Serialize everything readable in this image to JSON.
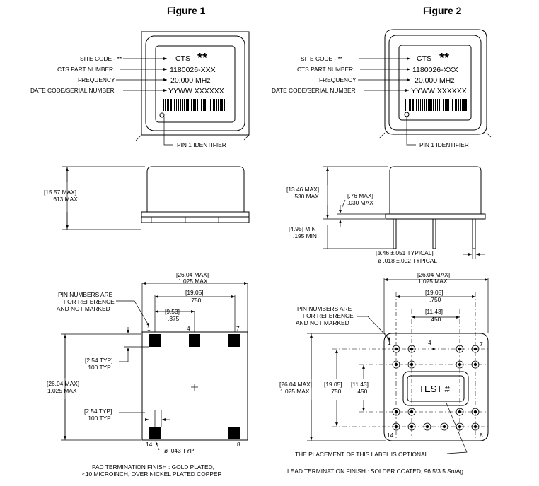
{
  "fig1": {
    "title": "Figure 1",
    "callouts": {
      "site_code": "SITE CODE - **",
      "part_number": "CTS PART NUMBER",
      "frequency": "FREQUENCY",
      "date_code": "DATE CODE/SERIAL NUMBER",
      "pin1": "PIN 1 IDENTIFIER"
    },
    "label": {
      "brand": "CTS",
      "stars": "**",
      "part": "1180026-XXX",
      "freq": "20.000 MHz",
      "date": "YYWW XXXXXX"
    },
    "side": {
      "height_mm": "[15.57 MAX]",
      "height_in": ".613 MAX"
    },
    "bottom": {
      "width_mm": "[26.04 MAX]",
      "width_in": "1.025 MAX",
      "span_mm": "[19.05]",
      "span_in": ".750",
      "half_mm": "[9.53]",
      "half_in": ".375",
      "pin_note_1": "PIN NUMBERS ARE",
      "pin_note_2": "FOR REFERENCE",
      "pin_note_3": "AND NOT MARKED",
      "height_mm": "[26.04 MAX]",
      "height_in": "1.025 MAX",
      "typ1_mm": "[2.54 TYP]",
      "typ1_in": ".100 TYP",
      "typ2_mm": "[2.54 TYP]",
      "typ2_in": ".100 TYP",
      "pad_dia": "ø .043 TYP",
      "pins": [
        "1",
        "4",
        "7",
        "14",
        "8"
      ],
      "finish_1": "PAD TERMINATION FINISH : GOLD PLATED,",
      "finish_2": "<10 MICROINCH, OVER NICKEL PLATED COPPER"
    }
  },
  "fig2": {
    "title": "Figure 2",
    "callouts": {
      "site_code": "SITE CODE - **",
      "part_number": "CTS PART NUMBER",
      "frequency": "FREQUENCY",
      "date_code": "DATE CODE/SERIAL NUMBER",
      "pin1": "PIN 1 IDENTIFIER"
    },
    "label": {
      "brand": "CTS",
      "stars": "**",
      "part": "1180026-XXX",
      "freq": "20.000 MHz",
      "date": "YYWW XXXXXX"
    },
    "side": {
      "height_mm": "[13.46 MAX]",
      "height_in": ".530 MAX",
      "standoff_mm": "[.76 MAX]",
      "standoff_in": ".030 MAX",
      "lead_mm": "[4.95] MIN",
      "lead_in": ".195 MIN",
      "lead_dia_mm": "[ø.46 ±.051 TYPICAL]",
      "lead_dia_in": "ø .018 ±.002 TYPICAL"
    },
    "bottom": {
      "width_mm": "[26.04 MAX]",
      "width_in": "1.025 MAX",
      "span_mm": "[19.05]",
      "span_in": ".750",
      "sub_mm": "[11.43]",
      "sub_in": ".450",
      "pin_note_1": "PIN NUMBERS ARE",
      "pin_note_2": "FOR REFERENCE",
      "pin_note_3": "AND NOT MARKED",
      "height_mm": "[26.04 MAX]",
      "height_in": "1.025 MAX",
      "vspan_mm": "[19.05]",
      "vspan_in": ".750",
      "vsub_mm": "[11.43]",
      "vsub_in": ".450",
      "test_label": "TEST #",
      "pins": [
        "1",
        "4",
        "7",
        "14",
        "8"
      ],
      "placement_note": "THE PLACEMENT OF THIS LABEL IS OPTIONAL",
      "finish": "LEAD TERMINATION FINISH : SOLDER COATED, 96.5/3.5 Sn/Ag"
    }
  }
}
